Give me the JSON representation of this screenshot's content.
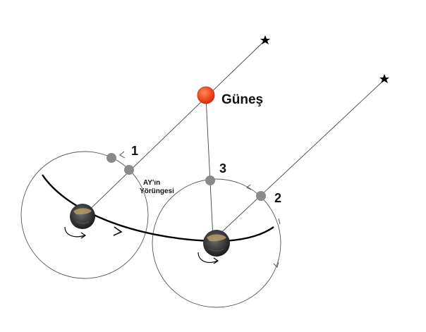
{
  "labels": {
    "sun": "Güneş",
    "moon_orbit_line1": "AY'ın",
    "moon_orbit_line2": "Yörüngesi",
    "position_1": "1",
    "position_2": "2",
    "position_3": "3"
  },
  "icons": {
    "star": "star-icon",
    "sun": "sun-icon",
    "earth": "earth-icon",
    "moon": "moon-icon",
    "arrow": "arrow-icon"
  },
  "colors": {
    "sun_fill": "#f04a1e",
    "sun_outline": "#c82a10",
    "moon_fill": "#8a8a8a",
    "orbit_line": "#555555",
    "path_line": "#000000",
    "earth_dark": "#2b2b2b",
    "earth_land": "#b89a6a"
  }
}
